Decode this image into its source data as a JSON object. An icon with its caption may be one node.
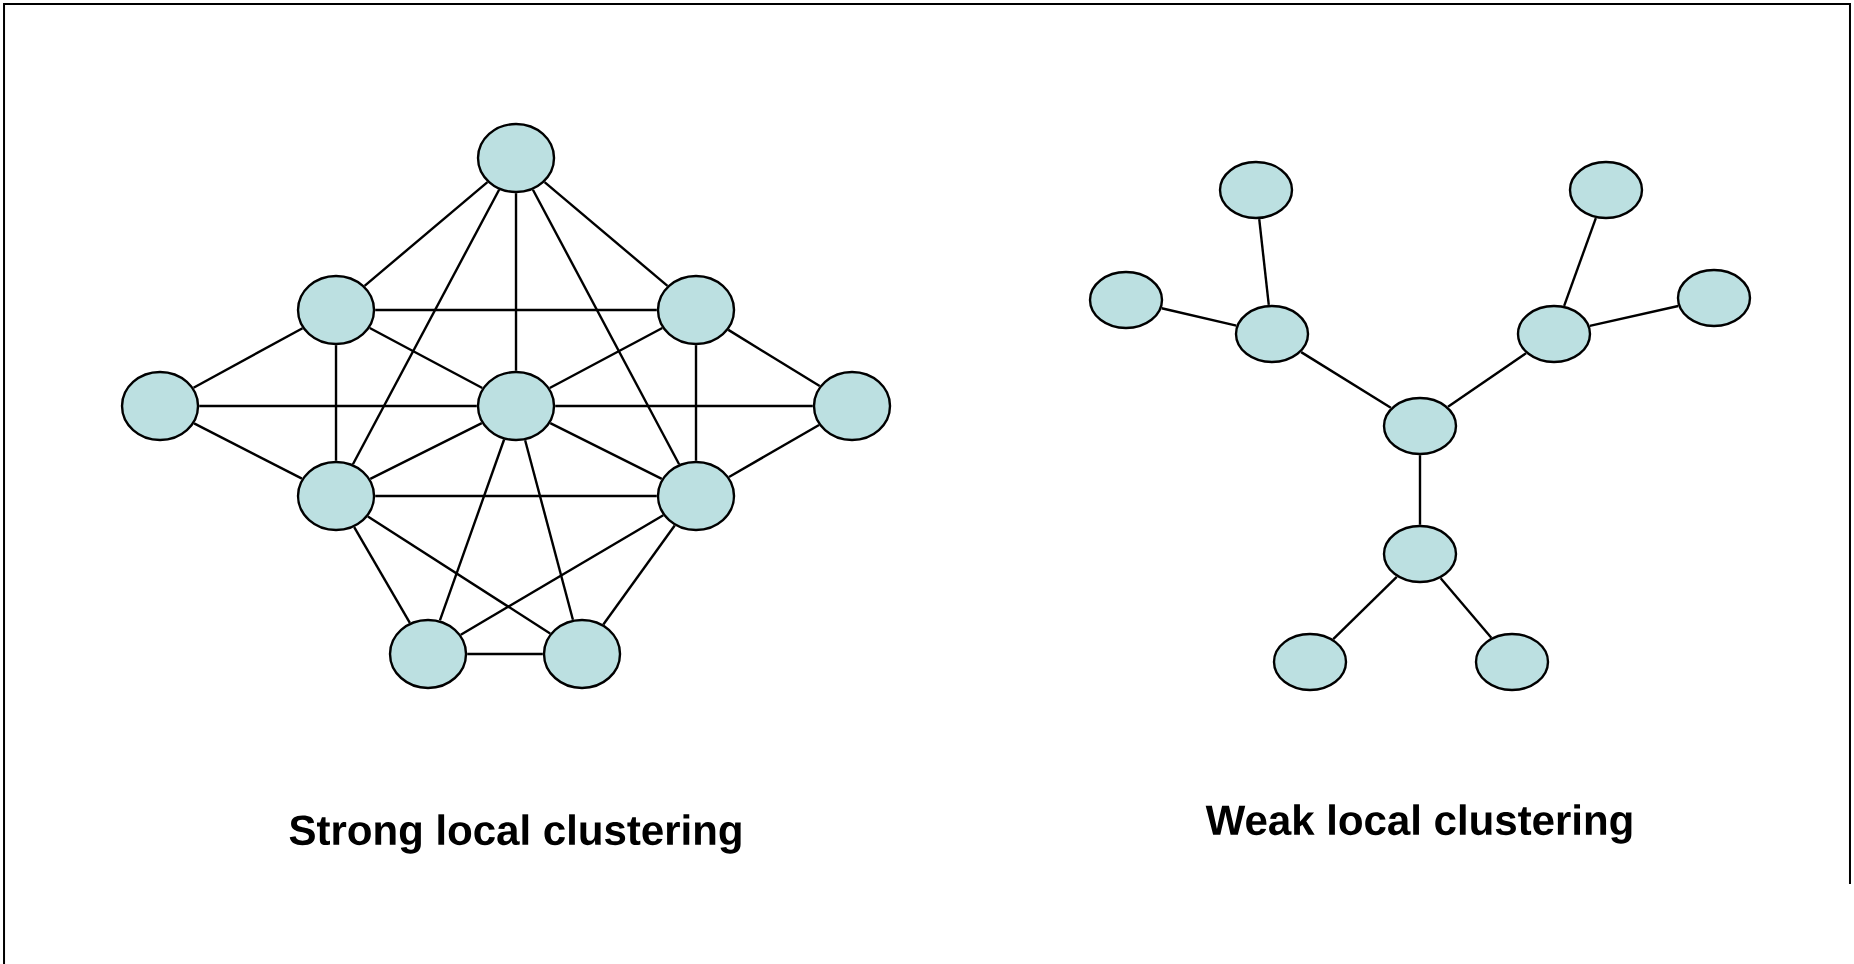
{
  "diagram": {
    "nodes": [
      {
        "text": [],
        "shape": "circle"
      },
      {
        "text": [],
        "shape": "circle"
      },
      {
        "text": [],
        "shape": "circle"
      },
      {
        "text": [],
        "shape": "circle"
      },
      {
        "text": [],
        "shape": "circle"
      },
      {
        "text": [],
        "shape": "circle"
      },
      {
        "text": [],
        "shape": "circle"
      },
      {
        "text": [],
        "shape": "circle"
      },
      {
        "text": [],
        "shape": "circle"
      },
      {
        "text": [],
        "shape": "circle"
      },
      {
        "text": [],
        "shape": "circle"
      },
      {
        "text": [],
        "shape": "circle"
      },
      {
        "text": [],
        "shape": "circle"
      },
      {
        "text": [],
        "shape": "circle"
      },
      {
        "text": [],
        "shape": "circle"
      },
      {
        "text": [],
        "shape": "circle"
      },
      {
        "text": [],
        "shape": "circle"
      },
      {
        "text": [],
        "shape": "circle"
      },
      {
        "text": [],
        "shape": "circle"
      },
      {
        "text": [],
        "shape": "circle"
      }
    ],
    "edges": [
      {
        "from": 0,
        "to": 1,
        "arrow": "none"
      },
      {
        "from": 0,
        "to": 2,
        "arrow": "none"
      },
      {
        "from": 0,
        "to": 4,
        "arrow": "none"
      },
      {
        "from": 0,
        "to": 6,
        "arrow": "none"
      },
      {
        "from": 0,
        "to": 7,
        "arrow": "none"
      },
      {
        "from": 1,
        "to": 2,
        "arrow": "none"
      },
      {
        "from": 1,
        "to": 3,
        "arrow": "none"
      },
      {
        "from": 1,
        "to": 4,
        "arrow": "none"
      },
      {
        "from": 1,
        "to": 6,
        "arrow": "none"
      },
      {
        "from": 2,
        "to": 4,
        "arrow": "none"
      },
      {
        "from": 2,
        "to": 5,
        "arrow": "none"
      },
      {
        "from": 2,
        "to": 7,
        "arrow": "none"
      },
      {
        "from": 3,
        "to": 4,
        "arrow": "none"
      },
      {
        "from": 3,
        "to": 6,
        "arrow": "none"
      },
      {
        "from": 4,
        "to": 5,
        "arrow": "none"
      },
      {
        "from": 4,
        "to": 6,
        "arrow": "none"
      },
      {
        "from": 4,
        "to": 7,
        "arrow": "none"
      },
      {
        "from": 4,
        "to": 8,
        "arrow": "none"
      },
      {
        "from": 4,
        "to": 9,
        "arrow": "none"
      },
      {
        "from": 5,
        "to": 7,
        "arrow": "none"
      },
      {
        "from": 6,
        "to": 7,
        "arrow": "none"
      },
      {
        "from": 6,
        "to": 8,
        "arrow": "none"
      },
      {
        "from": 6,
        "to": 9,
        "arrow": "none"
      },
      {
        "from": 7,
        "to": 8,
        "arrow": "none"
      },
      {
        "from": 7,
        "to": 9,
        "arrow": "none"
      },
      {
        "from": 8,
        "to": 9,
        "arrow": "none"
      },
      {
        "from": 10,
        "to": 12,
        "arrow": "none"
      },
      {
        "from": 11,
        "to": 12,
        "arrow": "none"
      },
      {
        "from": 12,
        "to": 16,
        "arrow": "none"
      },
      {
        "from": 13,
        "to": 15,
        "arrow": "none"
      },
      {
        "from": 14,
        "to": 15,
        "arrow": "none"
      },
      {
        "from": 15,
        "to": 16,
        "arrow": "none"
      },
      {
        "from": 16,
        "to": 17,
        "arrow": "none"
      },
      {
        "from": 17,
        "to": 18,
        "arrow": "none"
      },
      {
        "from": 17,
        "to": 19,
        "arrow": "none"
      }
    ],
    "labels": [
      "Strong local clustering",
      "Weak local clustering"
    ]
  }
}
